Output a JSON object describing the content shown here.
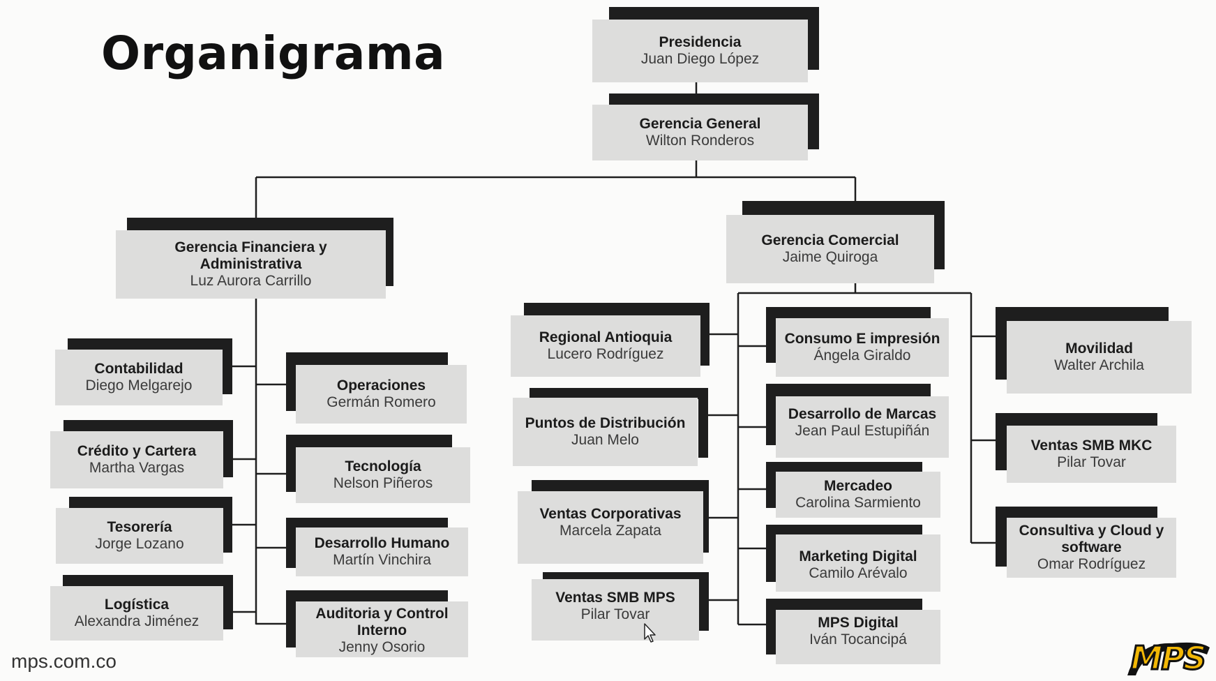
{
  "title": "Organigrama",
  "footer": {
    "url": "mps.com.co",
    "logo_text": "MPS"
  },
  "nodes": {
    "presidencia": {
      "role": "Presidencia",
      "person": "Juan Diego López"
    },
    "gerencia_general": {
      "role": "Gerencia General",
      "person": "Wilton Ronderos"
    },
    "gerencia_financiera": {
      "role": "Gerencia Financiera y Administrativa",
      "person": "Luz Aurora Carrillo"
    },
    "gerencia_comercial": {
      "role": "Gerencia Comercial",
      "person": "Jaime Quiroga"
    },
    "contabilidad": {
      "role": "Contabilidad",
      "person": "Diego Melgarejo"
    },
    "credito": {
      "role": "Crédito y Cartera",
      "person": "Martha Vargas"
    },
    "tesoreria": {
      "role": "Tesorería",
      "person": "Jorge Lozano"
    },
    "logistica": {
      "role": "Logística",
      "person": "Alexandra Jiménez"
    },
    "operaciones": {
      "role": "Operaciones",
      "person": "Germán Romero"
    },
    "tecnologia": {
      "role": "Tecnología",
      "person": "Nelson Piñeros"
    },
    "desarrollo_humano": {
      "role": "Desarrollo Humano",
      "person": "Martín Vinchira"
    },
    "auditoria": {
      "role": "Auditoria y Control Interno",
      "person": "Jenny Osorio"
    },
    "regional_antioquia": {
      "role": "Regional Antioquia",
      "person": "Lucero Rodríguez"
    },
    "puntos_distribucion": {
      "role": "Puntos de Distribución",
      "person": "Juan Melo"
    },
    "ventas_corporativas": {
      "role": "Ventas Corporativas",
      "person": "Marcela Zapata"
    },
    "ventas_smb_mps": {
      "role": "Ventas SMB MPS",
      "person": "Pilar Tovar"
    },
    "consumo": {
      "role": "Consumo E impresión",
      "person": "Ángela Giraldo"
    },
    "desarrollo_marcas": {
      "role": "Desarrollo de Marcas",
      "person": "Jean Paul Estupiñán"
    },
    "mercadeo": {
      "role": "Mercadeo",
      "person": "Carolina Sarmiento"
    },
    "marketing_digital": {
      "role": "Marketing Digital",
      "person": "Camilo Arévalo"
    },
    "mps_digital": {
      "role": "MPS Digital",
      "person": "Iván Tocancipá"
    },
    "movilidad": {
      "role": "Movilidad",
      "person": "Walter Archila"
    },
    "ventas_smb_mkc": {
      "role": "Ventas SMB MKC",
      "person": "Pilar Tovar"
    },
    "consultiva": {
      "role": "Consultiva y Cloud y software",
      "person": "Omar Rodríguez"
    }
  }
}
